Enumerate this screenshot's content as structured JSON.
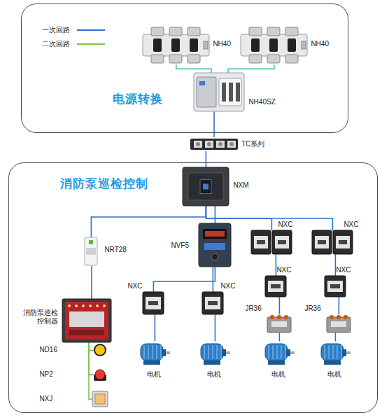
{
  "diagram": {
    "nodes": [
      {
        "text": [
          "电源转换"
        ]
      },
      {
        "text": [
          "NH40"
        ],
        "in": 0
      },
      {
        "text": [
          "NH40"
        ],
        "in": 0
      },
      {
        "text": [
          "NH40SZ"
        ],
        "in": 0
      },
      {
        "text": [
          "TC系列"
        ]
      },
      {
        "text": [
          "消防泵巡检控制"
        ]
      },
      {
        "text": [
          "NXM"
        ],
        "in": 5
      },
      {
        "text": [
          "NRT28"
        ],
        "in": 5
      },
      {
        "text": [
          "NVF5"
        ],
        "in": 5
      },
      {
        "text": [
          "NXC"
        ],
        "in": 5
      },
      {
        "text": [
          "NXC"
        ],
        "in": 5
      },
      {
        "text": [
          "NXC"
        ],
        "in": 5
      },
      {
        "text": [
          "NXC"
        ],
        "in": 5
      },
      {
        "text": [
          "JR36"
        ],
        "in": 5
      },
      {
        "text": [
          "JR36"
        ],
        "in": 5
      },
      {
        "text": [
          "NXC"
        ],
        "in": 5
      },
      {
        "text": [
          "NXC"
        ],
        "in": 5
      },
      {
        "text": [
          "消防泵巡检控制器"
        ],
        "in": 5
      },
      {
        "text": [
          "ND16"
        ],
        "in": 5
      },
      {
        "text": [
          "NP2"
        ],
        "in": 5
      },
      {
        "text": [
          "NXJ"
        ],
        "in": 5
      },
      {
        "text": [
          "电机"
        ],
        "in": 5
      },
      {
        "text": [
          "电机"
        ],
        "in": 5
      },
      {
        "text": [
          "电机"
        ],
        "in": 5
      },
      {
        "text": [
          "电机"
        ],
        "in": 5
      }
    ],
    "edges": [
      {
        "from": 1,
        "to": 3,
        "arrow": "none"
      },
      {
        "from": 2,
        "to": 3,
        "arrow": "none"
      },
      {
        "from": 3,
        "to": 4,
        "arrow": "none"
      },
      {
        "from": 4,
        "to": 6,
        "arrow": "none"
      },
      {
        "from": 6,
        "to": 7,
        "arrow": "none"
      },
      {
        "from": 6,
        "to": 8,
        "arrow": "none"
      },
      {
        "from": 6,
        "to": 9,
        "arrow": "none"
      },
      {
        "from": 6,
        "to": 10,
        "arrow": "none"
      },
      {
        "from": 8,
        "to": 15,
        "arrow": "none"
      },
      {
        "from": 8,
        "to": 16,
        "arrow": "none"
      },
      {
        "from": 9,
        "to": 11,
        "arrow": "none"
      },
      {
        "from": 10,
        "to": 12,
        "arrow": "none"
      },
      {
        "from": 11,
        "to": 13,
        "arrow": "none"
      },
      {
        "from": 12,
        "to": 14,
        "arrow": "none"
      },
      {
        "from": 13,
        "to": 23,
        "arrow": "none"
      },
      {
        "from": 14,
        "to": 24,
        "arrow": "none"
      },
      {
        "from": 15,
        "to": 21,
        "arrow": "none"
      },
      {
        "from": 16,
        "to": 22,
        "arrow": "none"
      },
      {
        "from": 7,
        "to": 17,
        "arrow": "none"
      },
      {
        "from": 17,
        "to": 18,
        "arrow": "none"
      },
      {
        "from": 17,
        "to": 19,
        "arrow": "none"
      },
      {
        "from": 17,
        "to": 20,
        "arrow": "none"
      }
    ],
    "legend": [
      {
        "text": "一次回路"
      },
      {
        "text": "二次回路"
      }
    ]
  }
}
